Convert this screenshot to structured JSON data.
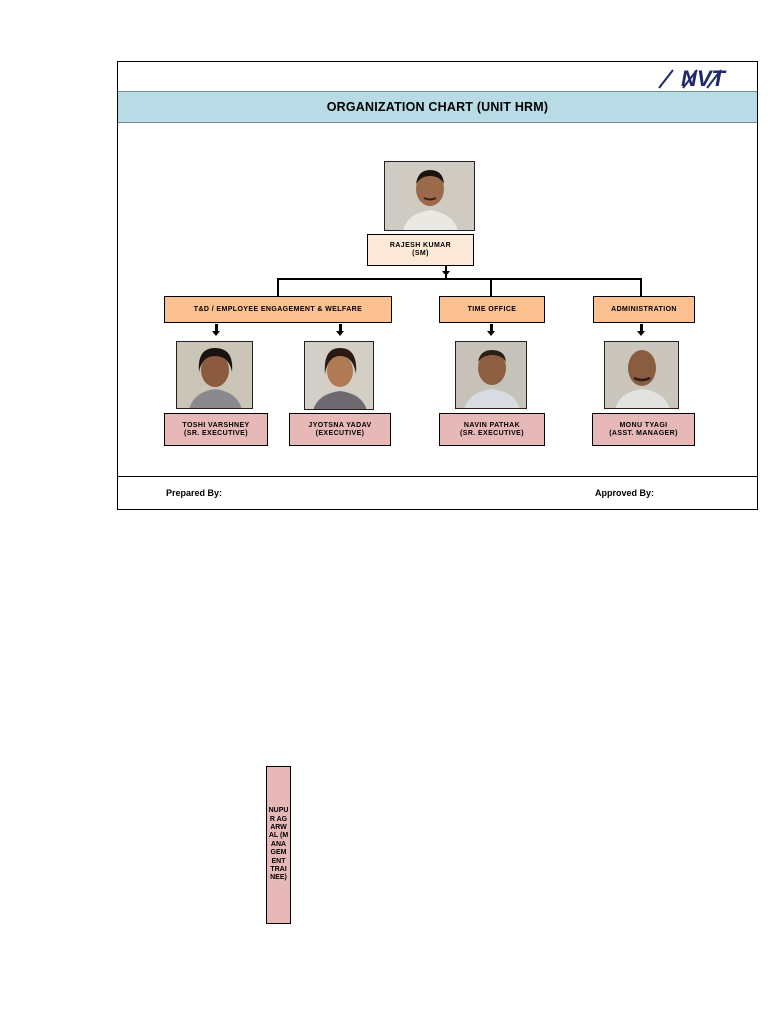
{
  "chart": {
    "title": "ORGANIZATION CHART (UNIT HRM)",
    "logo_text": "NVT"
  },
  "head": {
    "name": "RAJESH KUMAR",
    "role": "(SM)"
  },
  "departments": [
    {
      "label": "T&D / EMPLOYEE ENGAGEMENT & WELFARE"
    },
    {
      "label": "TIME OFFICE"
    },
    {
      "label": "ADMINISTRATION"
    }
  ],
  "members": [
    {
      "name": "TOSHI VARSHNEY",
      "role": "(SR. EXECUTIVE)"
    },
    {
      "name": "JYOTSNA YADAV",
      "role": "(EXECUTIVE)"
    },
    {
      "name": "NAVIN PATHAK",
      "role": "(SR. EXECUTIVE)"
    },
    {
      "name": "MONU TYAGI",
      "role": "(ASST. MANAGER)"
    }
  ],
  "footer": {
    "prepared": "Prepared By:",
    "approved": "Approved By:"
  },
  "extra": {
    "text": "NUPUR AGARWAL (MANAGEMENT TRAINEE)"
  },
  "colors": {
    "title_band": "#b8dbe6",
    "head_box": "#fde9d8",
    "dept_box": "#fac08f",
    "member_box": "#e6b9b8",
    "logo": "#1f2a6b"
  }
}
